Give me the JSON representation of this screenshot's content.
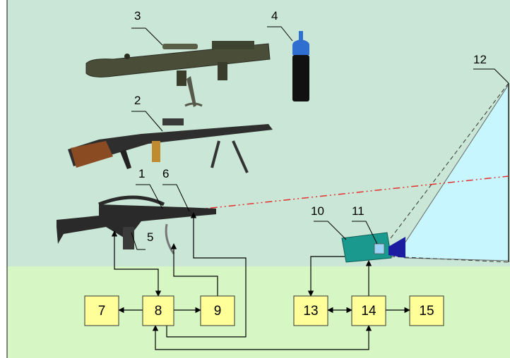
{
  "callouts": {
    "n1": "1",
    "n2": "2",
    "n3": "3",
    "n4": "4",
    "n5": "5",
    "n6": "6",
    "n10": "10",
    "n11": "11",
    "n12": "12"
  },
  "blocks": {
    "b7": "7",
    "b8": "8",
    "b9": "9",
    "b13": "13",
    "b14": "14",
    "b15": "15"
  },
  "colors": {
    "upper_bg": "#c9e6d6",
    "lower_bg": "#d6f7c3",
    "block_fill": "#ffff99",
    "screen_fill": "#c8f6ff",
    "camera_body": "#1a9a8e",
    "laser": "#e53030"
  }
}
